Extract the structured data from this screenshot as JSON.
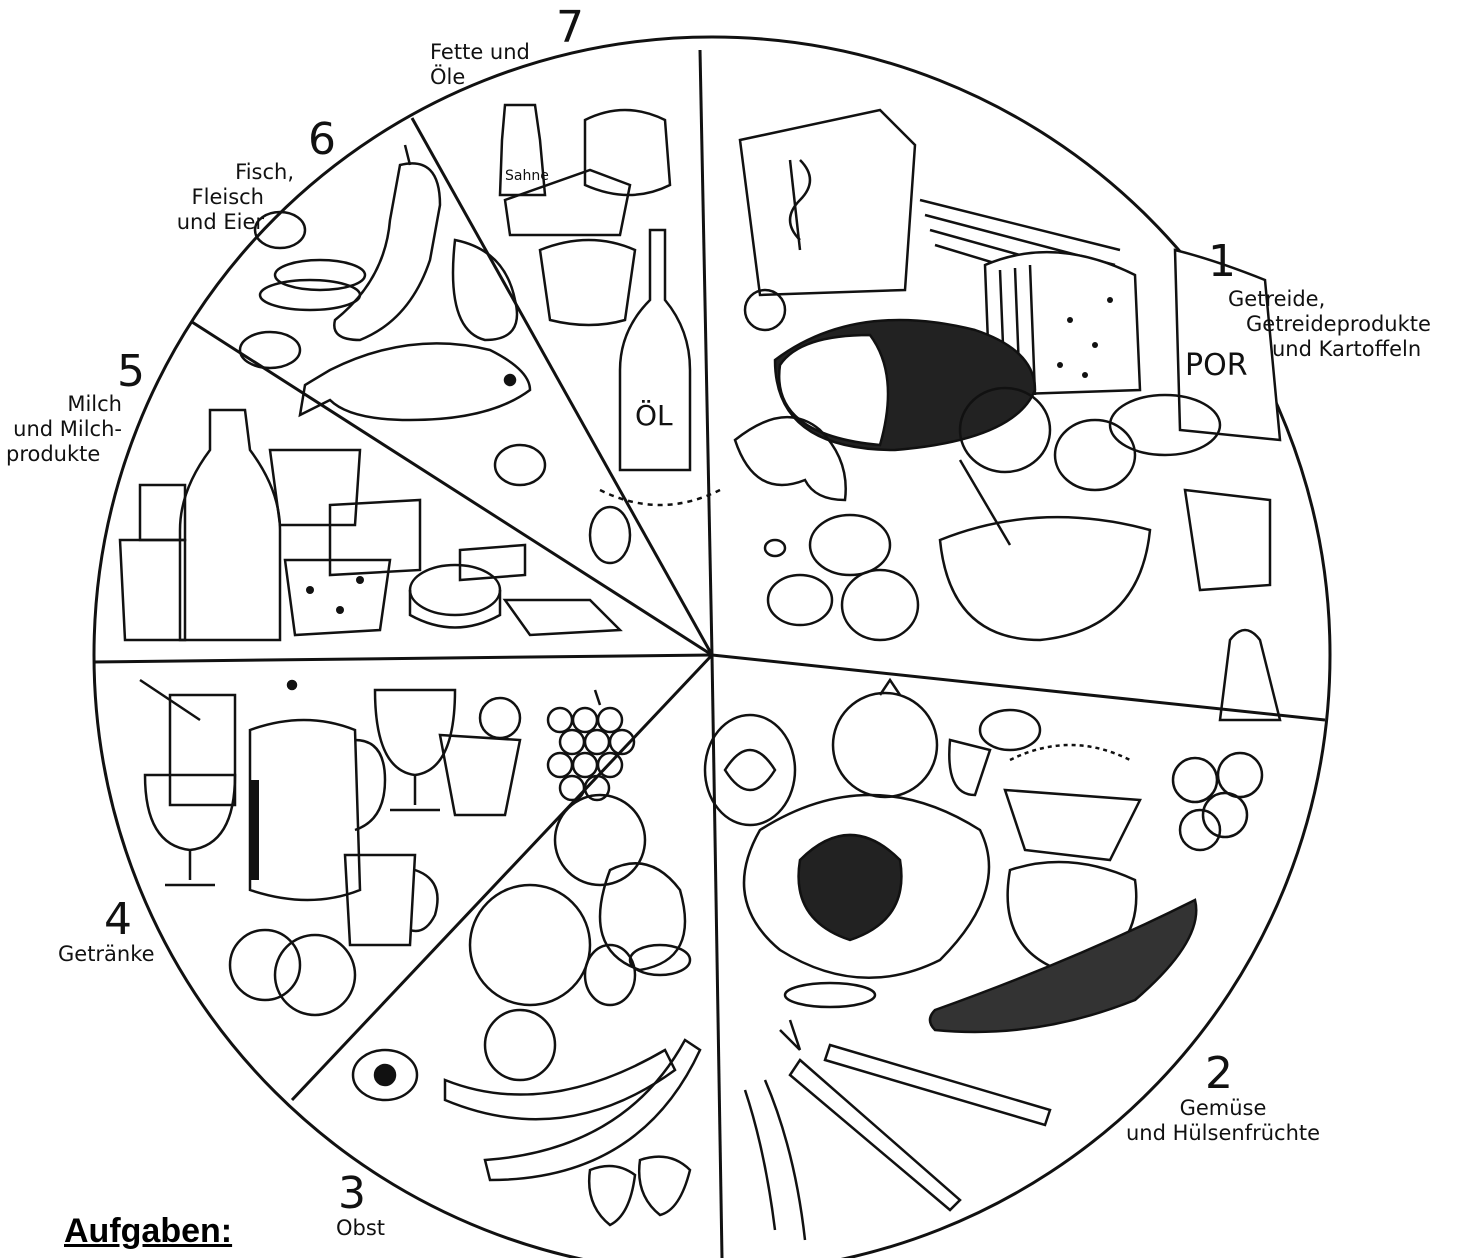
{
  "segments": [
    {
      "number": "1",
      "lines": [
        "Getreide,",
        "Getreideprodukte",
        "und Kartoffeln"
      ],
      "icon": "grain-bread-potato-icon"
    },
    {
      "number": "2",
      "lines": [
        "Gemüse",
        "und Hülsenfrüchte"
      ],
      "icon": "vegetable-icon"
    },
    {
      "number": "3",
      "lines": [
        "Obst"
      ],
      "icon": "fruit-icon"
    },
    {
      "number": "4",
      "lines": [
        "Getränke"
      ],
      "icon": "drink-icon"
    },
    {
      "number": "5",
      "lines": [
        "Milch",
        "und Milch-",
        "produkte"
      ],
      "icon": "milk-icon"
    },
    {
      "number": "6",
      "lines": [
        "Fisch,",
        "Fleisch",
        "und Eier"
      ],
      "icon": "fish-meat-egg-icon"
    },
    {
      "number": "7",
      "lines": [
        "Fette und",
        "Öle"
      ],
      "icon": "oil-bottle-icon"
    }
  ],
  "illustration_labels": {
    "oil_bottle": "ÖL",
    "cream_bottle": "Sahne",
    "oat_bag": "POR"
  },
  "task_heading": "Aufgaben:",
  "colors": {
    "ink": "#111111",
    "background": "#ffffff"
  }
}
